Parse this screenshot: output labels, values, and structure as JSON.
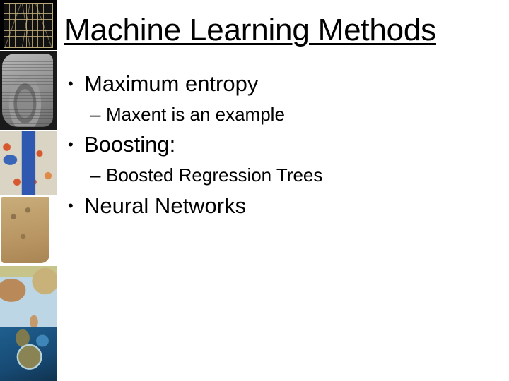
{
  "slide": {
    "title": "Machine Learning Methods",
    "bullets": [
      {
        "level": 1,
        "marker": "•",
        "text": "Maximum entropy"
      },
      {
        "level": 2,
        "marker": "–",
        "text": "Maxent is an example"
      },
      {
        "level": 1,
        "marker": "•",
        "text": "Boosting:"
      },
      {
        "level": 2,
        "marker": "–",
        "text": "Boosted Regression Trees"
      },
      {
        "level": 1,
        "marker": "•",
        "text": "Neural Networks"
      }
    ]
  },
  "sidebar": {
    "images": [
      {
        "name": "grid-projection-map",
        "description": "map projection grid lines on black background"
      },
      {
        "name": "clay-tablet-map",
        "description": "ancient Babylonian clay tablet map"
      },
      {
        "name": "chinese-map",
        "description": "illustrated map with blue mountain and red temples"
      },
      {
        "name": "parchment-map",
        "description": "old hand-drawn parchment map fragment"
      },
      {
        "name": "greece-map",
        "description": "physical map of Greece and Aegean Sea"
      },
      {
        "name": "north-america-globe",
        "description": "satellite relief view of North America"
      }
    ]
  },
  "colors": {
    "background": "#ffffff",
    "text": "#000000"
  }
}
